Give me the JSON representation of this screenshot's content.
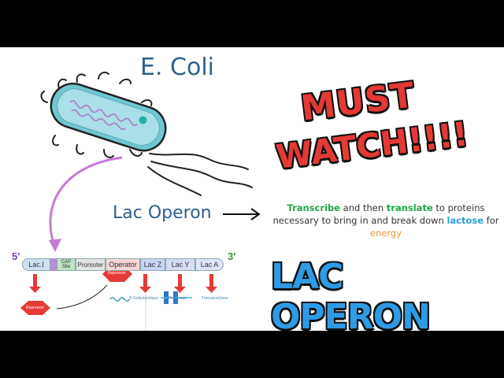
{
  "title": "E. Coli",
  "lac_operon_label": "Lac Operon",
  "description": {
    "transcribe": "Transcribe",
    "and_then": " and then ",
    "translate": "translate",
    "mid": " to proteins necessary to bring in and break down ",
    "lactose": "lactose",
    "for": " for ",
    "energy": "energy"
  },
  "headline_1": "MUST",
  "headline_2": "WATCH!!!!",
  "headline_3": "LAC OPERON",
  "strand": {
    "five_prime": "5'",
    "three_prime": "3'"
  },
  "segments": {
    "laci": "Lac.I",
    "cap": "CAP Site",
    "promoter": "Promoter",
    "operator": "Operator",
    "lacz": "Lac Z",
    "lacy": "Lac Y",
    "laca": "Lac A"
  },
  "proteins": {
    "repressor_1": "Repressor",
    "repressor_2": "Repressor",
    "b_gal": "B-Galactosidase",
    "permease": "Permease",
    "transacetylase": "Transacetylase"
  },
  "colors": {
    "red": "#e53935",
    "blue": "#2d9be6",
    "purple": "#c47ad8",
    "cell": "#6fc7d1"
  }
}
